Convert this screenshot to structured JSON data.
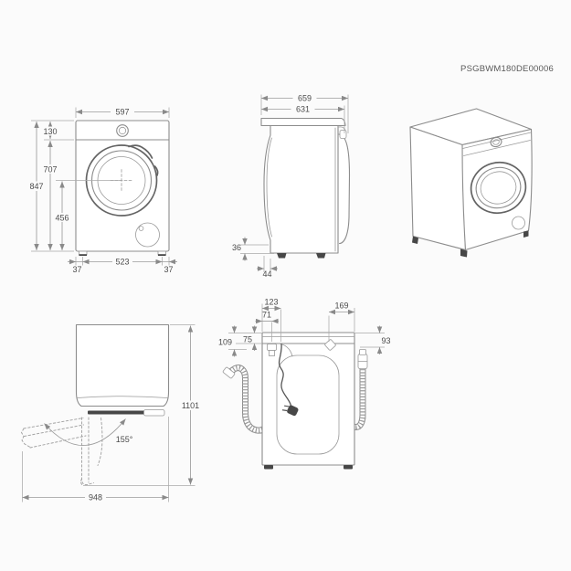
{
  "document_code": "PSGBWM180DE00006",
  "colors": {
    "background": "#fbfbfb",
    "line": "#8c8c8c",
    "dark_line": "#646464",
    "dimension_line": "#9b9b9b",
    "label_text": "#4b4b4b",
    "dark_fill": "#474747"
  },
  "dims": {
    "front": {
      "width": "597",
      "panel_height": "130",
      "lower_height": "707",
      "total_height": "847",
      "drum_center_height": "456",
      "foot_inset_left": "37",
      "feet_spacing": "523",
      "foot_inset_right": "37"
    },
    "side": {
      "total_depth": "659",
      "body_depth": "631",
      "plinth_height": "36",
      "door_protrusion": "44"
    },
    "top": {
      "door_opening_angle": "155°",
      "width_door_open": "948",
      "depth_door_open": "1101"
    },
    "back": {
      "cord_offset": "123",
      "drain_hose_offset": "71",
      "inlet_hose_offset": "169",
      "drain_lower_offset": "109",
      "drain_upper_offset": "75",
      "inlet_top_offset": "93"
    }
  }
}
